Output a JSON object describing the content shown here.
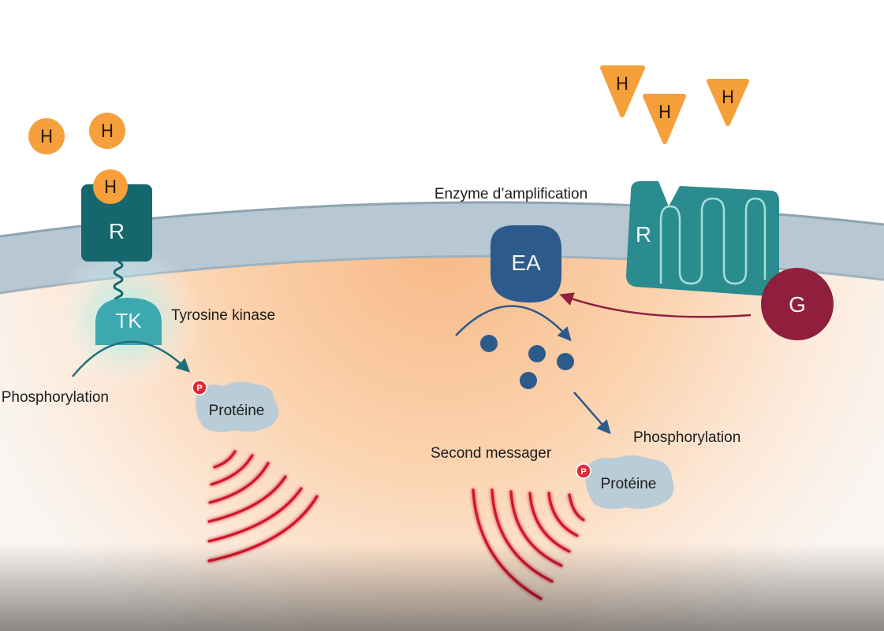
{
  "hormone": {
    "symbol": "H"
  },
  "receptor": {
    "symbol": "R"
  },
  "tyrosine_kinase": {
    "symbol": "TK",
    "label": "Tyrosine kinase"
  },
  "left_pathway": {
    "phosphorylation_label": "Phosphorylation",
    "protein_label": "Protéine",
    "phospho_tag": "P"
  },
  "enzyme": {
    "symbol": "EA",
    "label": "Enzyme d’amplification"
  },
  "g_protein": {
    "symbol": "G"
  },
  "right_pathway": {
    "second_messenger_label": "Second messager",
    "phosphorylation_label": "Phosphorylation",
    "protein_label": "Protéine",
    "phospho_tag": "P"
  },
  "colors": {
    "hormone": "#f6a03c",
    "receptor_left": "#14676c",
    "receptor_right": "#2a8c8f",
    "tyrosine_kinase": "#3ea8b0",
    "enzyme": "#2c5a8a",
    "g_protein": "#8f1f3c",
    "signal_waves": "#d0182c",
    "cytoplasm": "#f9c79a",
    "membrane": "#b7c8d3",
    "protein": "#b9ccd8"
  }
}
